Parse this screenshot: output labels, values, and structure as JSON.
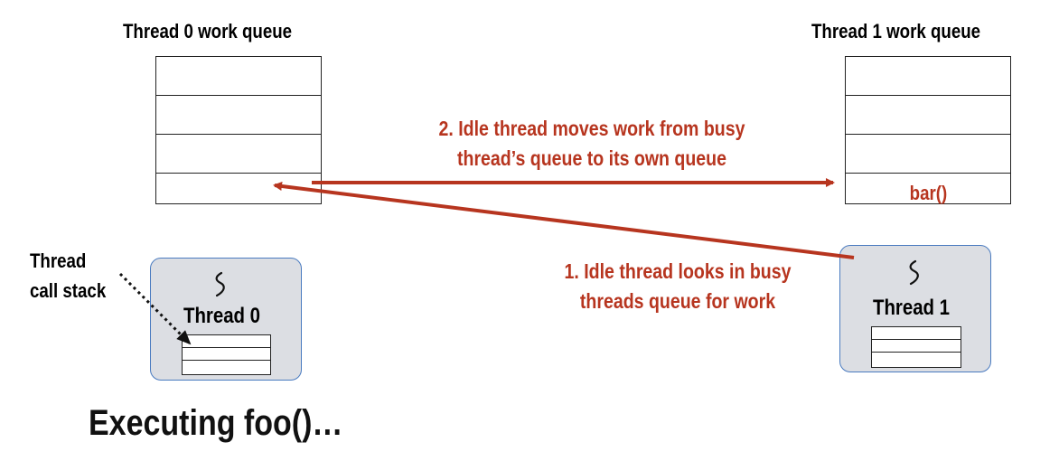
{
  "thread0": {
    "queue_title": "Thread 0 work queue",
    "queue_slots": [
      "",
      "",
      "",
      ""
    ],
    "label": "Thread 0"
  },
  "thread1": {
    "queue_title": "Thread 1 work queue",
    "queue_slots": [
      "",
      "",
      "",
      "bar()"
    ],
    "label": "Thread 1"
  },
  "side_label": {
    "line1": "Thread",
    "line2": "call stack"
  },
  "annotations": {
    "step2_line1": "2. Idle thread moves work from busy",
    "step2_line2": "thread’s queue to its own queue",
    "step1_line1": "1. Idle thread looks in busy",
    "step1_line2": "threads queue for work"
  },
  "caption": "Executing foo()…",
  "colors": {
    "accent_red": "#b7351f",
    "thread_box_fill": "#dcdee3",
    "thread_box_border": "#4a7bc0"
  }
}
